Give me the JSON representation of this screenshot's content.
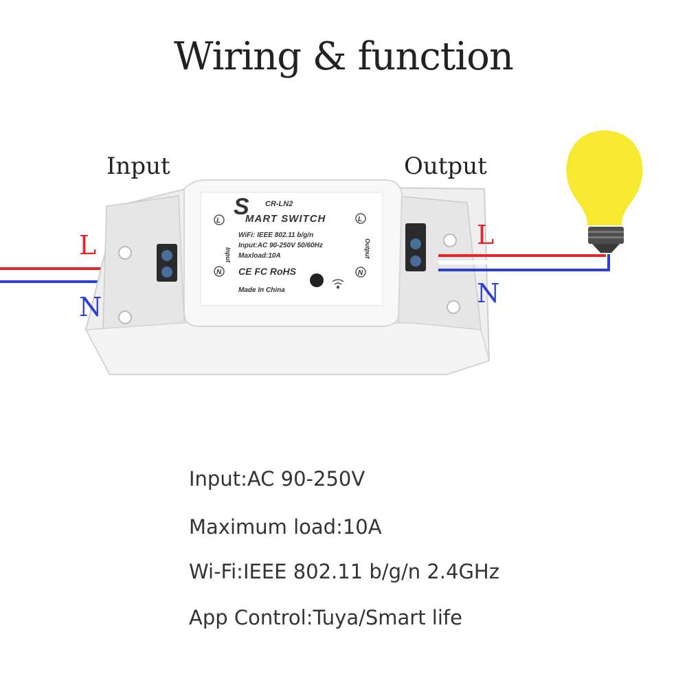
{
  "title": "Wiring & function",
  "labels": {
    "input": "Input",
    "output": "Output",
    "line_in": "L",
    "neutral_in": "N",
    "line_out": "L",
    "neutral_out": "N"
  },
  "device": {
    "model": "CR-LN2",
    "name_initial": "S",
    "name_rest": "MART SWITCH",
    "wifi": "WiFi: IEEE 802.11 b/g/n",
    "input_spec": "Input:AC 90-250V 50/60Hz",
    "maxload": "Maxload:10A",
    "cert": "CE FC RoHS",
    "made_in": "Made In China",
    "side_left": "Input",
    "side_right": "Output",
    "terminal_l": "L",
    "terminal_n": "N"
  },
  "specs": [
    "Input:AC 90-250V",
    "Maximum load:10A",
    "Wi-Fi:IEEE 802.11 b/g/n 2.4GHz",
    "App Control:Tuya/Smart life"
  ],
  "colors": {
    "line_wire": "#e8242a",
    "neutral_wire": "#2b3fd6",
    "bulb": "#f7e92f",
    "device": "#f6f6f6"
  }
}
